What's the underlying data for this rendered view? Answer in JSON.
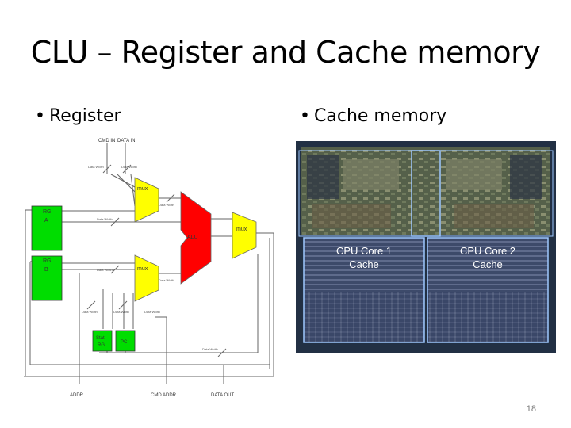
{
  "slide": {
    "title": "CLU – Register and Cache memory",
    "page_number": "18"
  },
  "bullets": {
    "left": "Register",
    "right": "Cache memory"
  },
  "register_diagram": {
    "top_inputs": [
      "CMD IN",
      "DATA IN"
    ],
    "width_label": "Data Width",
    "rg_a": [
      "RG",
      "A"
    ],
    "rg_b": [
      "RG",
      "B"
    ],
    "mux": "mux",
    "alu": "ALU",
    "stat_rg": [
      "Stat",
      "RG"
    ],
    "pc": "PC",
    "outputs": [
      "ADDR",
      "CMD ADDR",
      "DATA OUT"
    ],
    "colors": {
      "register": "#00dd00",
      "mux": "#ffff00",
      "alu": "#ff0000"
    }
  },
  "cache_image": {
    "core1": [
      "CPU Core 1",
      "Cache"
    ],
    "core2": [
      "CPU Core 2",
      "Cache"
    ]
  }
}
